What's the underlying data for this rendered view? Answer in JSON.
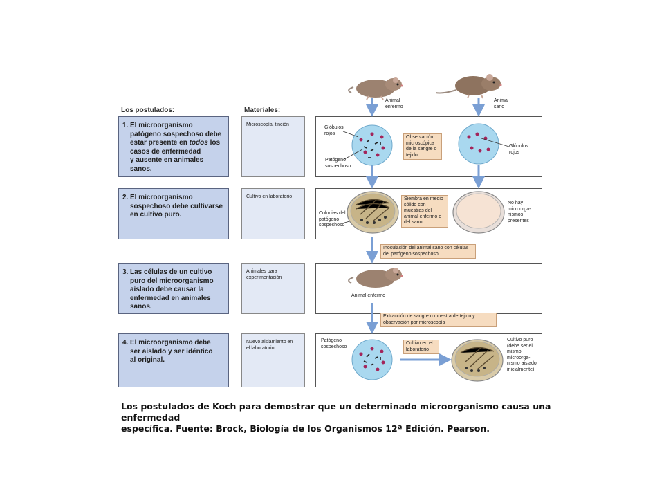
{
  "headers": {
    "postulates": "Los postulados:",
    "materials": "Materiales:"
  },
  "postulates": [
    {
      "num": "1.",
      "lines": [
        "El microorganismo",
        "patógeno sospechoso debe",
        "estar presente en",
        "todos",
        " los",
        "casos de enfermedad",
        "y ausente en animales",
        "sanos."
      ]
    },
    {
      "num": "2.",
      "lines": [
        "El microorganismo",
        "sospechoso debe cultivarse",
        "en cultivo puro."
      ]
    },
    {
      "num": "3.",
      "lines": [
        "Las células de un cultivo",
        "puro del microorganismo",
        "aislado debe causar la",
        "enfermedad en animales",
        "sanos."
      ]
    },
    {
      "num": "4.",
      "lines": [
        "El microorganismo debe",
        "ser aislado y ser idéntico",
        "al original."
      ]
    }
  ],
  "materials": [
    "Microscopía, tinción",
    "Cultivo en laboratorio",
    "Animales para experimentación",
    "Nuevo aislamiento en el laboratorio"
  ],
  "labels": {
    "animal_enfermo_top": "Animal enfermo",
    "animal_sano": "Animal sano",
    "globulos_rojos_left": "Glóbulos rojos",
    "patogeno_sospechoso_1": "Patógeno sospechoso",
    "globulos_rojos_right": "Glóbulos rojos",
    "observacion": "Observación microscópica de la sangre o tejido",
    "colonias": "Colonias del patógeno sospechoso",
    "siembra": "Siembra en medio sólido con muestras del animal enfermo o del sano",
    "no_hay": "No hay microorga- nismos presentes",
    "inoculacion": "Inoculación del animal sano con células del patógeno sospechoso",
    "animal_enfermo_mid": "Animal enfermo",
    "extraccion": "Extracción de sangre o muestra de tejido y observación por microscopía",
    "patogeno_sospechoso_4": "Patógeno sospechoso",
    "cultivo_lab": "Cultivo en el laboratorio",
    "cultivo_puro": "Cultivo puro (debe ser el mismo microorga- nismo aislado inicialmente)"
  },
  "caption": {
    "line1": "Los postulados de Koch para demostrar que un determinado microorganismo causa una enfermedad",
    "line2": "específica.  Fuente: Brock, Biología de los Organismos 12ª Edición. Pearson."
  },
  "colors": {
    "postulate_bg": "#c5d2eb",
    "material_bg": "#e3e9f5",
    "callout_bg": "#f6dcc0",
    "flow_arrow": "#7a9fd4",
    "cell_bg": "#a9d8ef",
    "rbc": "#a3245a"
  }
}
